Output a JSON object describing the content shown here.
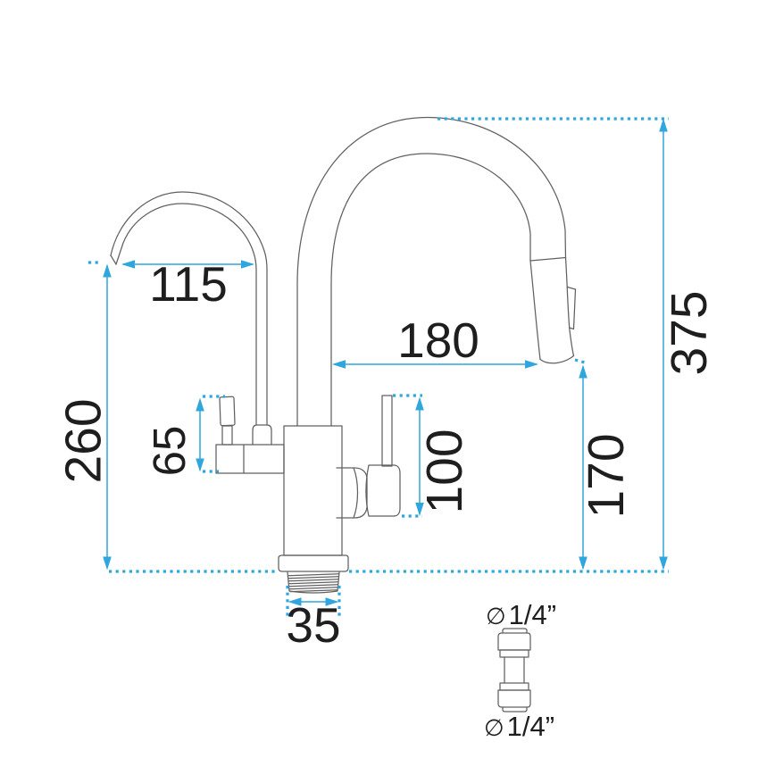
{
  "dims": {
    "small_spout_reach": "115",
    "small_spout_height": "260",
    "left_handle_height": "65",
    "right_handle_height": "100",
    "main_spout_reach": "180",
    "spray_outlet_height": "170",
    "main_spout_height": "375",
    "thread_width": "35"
  },
  "fitting": {
    "diameter_symbol": "∅",
    "top_diameter": "1/4”",
    "bottom_diameter": "1/4”"
  },
  "colors": {
    "dimension_blue": "#2fa6dd",
    "drawing_gray": "#616161",
    "text_black": "#1e1e1e",
    "background": "#ffffff"
  }
}
